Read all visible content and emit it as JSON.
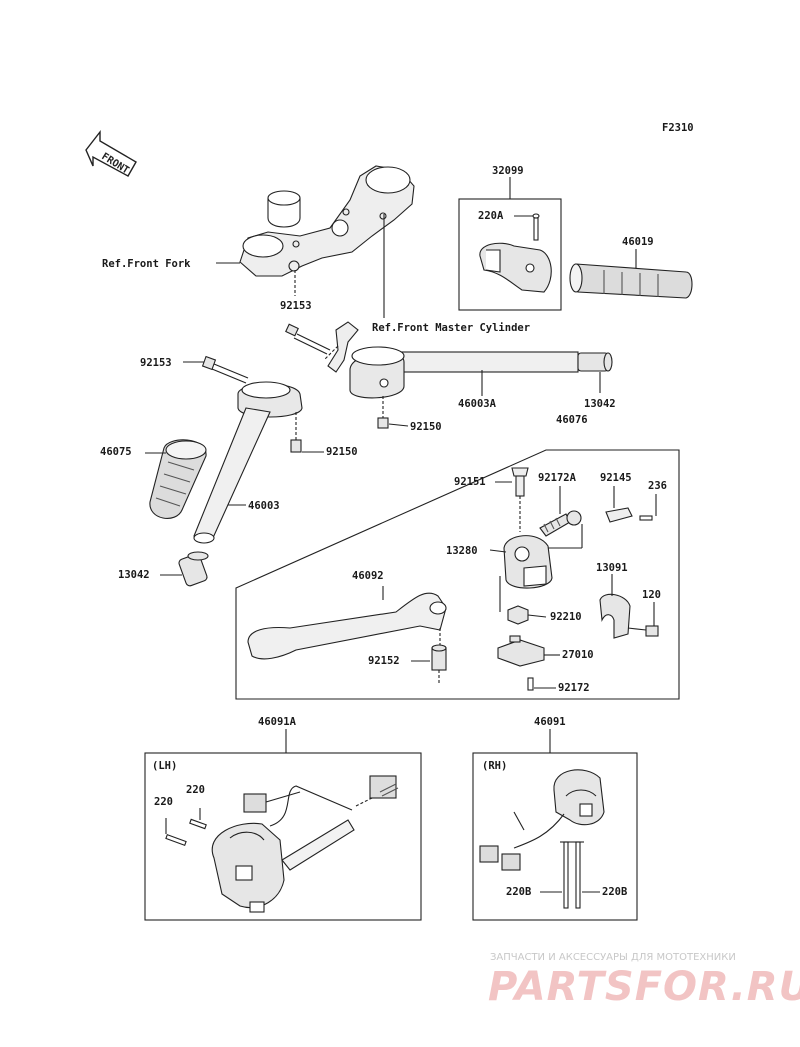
{
  "figure_code": "F2310",
  "front_badge": "FRONT",
  "references": {
    "front_fork": "Ref.Front Fork",
    "front_master_cylinder": "Ref.Front Master Cylinder"
  },
  "part_labels": {
    "p32099": "32099",
    "p220A": "220A",
    "p46019": "46019",
    "p92153_a": "92153",
    "p92153_b": "92153",
    "p46003A": "46003A",
    "p13042_r": "13042",
    "p92150_a": "92150",
    "p92150_b": "92150",
    "p46076": "46076",
    "p46075": "46075",
    "p46003": "46003",
    "p92151": "92151",
    "p92172A": "92172A",
    "p92145": "92145",
    "p236": "236",
    "p13280": "13280",
    "p13042_l": "13042",
    "p46092": "46092",
    "p13091": "13091",
    "p92210": "92210",
    "p120": "120",
    "p92152": "92152",
    "p27010": "27010",
    "p92172": "92172",
    "p46091A": "46091A",
    "p46091": "46091",
    "p220_a": "220",
    "p220_b": "220",
    "p220B_a": "220B",
    "p220B_b": "220B"
  },
  "side_labels": {
    "left": "(LH)",
    "right": "(RH)"
  },
  "watermark": {
    "tagline": "ЗАПЧАСТИ И АКСЕССУАРЫ ДЛЯ МОТОТЕХНИКИ",
    "logo": "PARTSFOR.RU"
  }
}
